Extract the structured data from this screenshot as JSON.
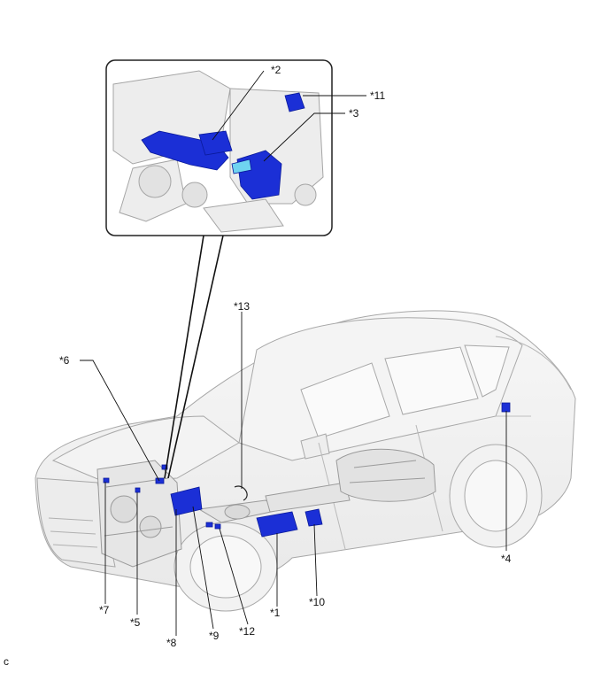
{
  "callouts": {
    "c1": "*1",
    "c2": "*2",
    "c3": "*3",
    "c4": "*4",
    "c5": "*5",
    "c6": "*6",
    "c7": "*7",
    "c8": "*8",
    "c9": "*9",
    "c10": "*10",
    "c11": "*11",
    "c12": "*12",
    "c13": "*13"
  },
  "corner_mark": "c",
  "colors": {
    "highlight": "#1b2fd6",
    "highlight_dark": "#0a1a9a",
    "highlight_light": "#6fd3f0",
    "outline": "#9a9a9a",
    "body_fill": "#f1f1f1"
  }
}
